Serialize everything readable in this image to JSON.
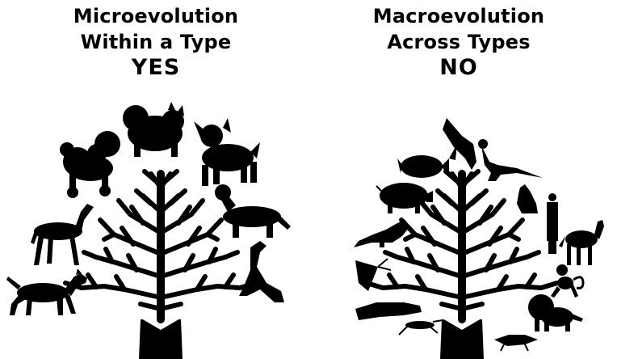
{
  "panels": [
    {
      "title_line1": "Microevolution",
      "title_line2": "Within a Type",
      "verdict": "YES"
    },
    {
      "title_line1": "Macroevolution",
      "title_line2": "Across Types",
      "verdict": "NO"
    }
  ],
  "colors": {
    "ink": "#000000",
    "background": "#ffffff"
  },
  "left_silhouettes": [
    "poodle",
    "pomeranian",
    "terrier",
    "greyhound",
    "dachshund",
    "german-shepherd",
    "whippet"
  ],
  "right_silhouettes": [
    "eagle",
    "dinosaur",
    "fish",
    "pig",
    "cat",
    "human",
    "kangaroo",
    "horse",
    "butterfly",
    "monkey",
    "alligator",
    "lion",
    "grasshopper",
    "lizard"
  ]
}
